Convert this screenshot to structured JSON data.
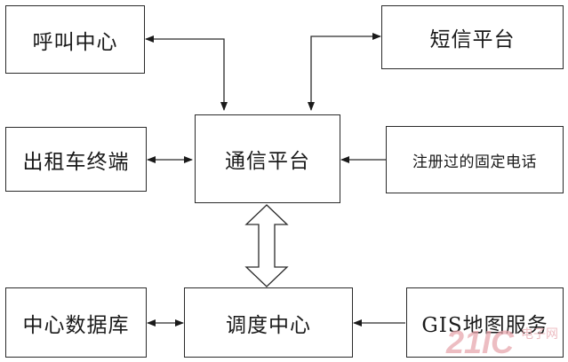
{
  "nodes": {
    "call_center": "呼叫中心",
    "sms_platform": "短信平台",
    "taxi_terminal": "出租车终端",
    "comm_platform": "通信平台",
    "registered_phone": "注册过的固定电话",
    "center_database": "中心数据库",
    "dispatch_center": "调度中心",
    "gis_service": "GIS地图服务"
  },
  "watermark": {
    "text": "21IC",
    "sub": "电子网",
    "color": "#e7a7ae"
  },
  "colors": {
    "line": "#2a2a2a",
    "box_border": "#2a2a2a"
  }
}
